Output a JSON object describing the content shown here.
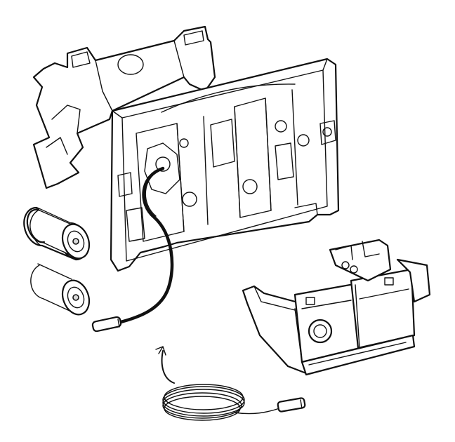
{
  "figure": {
    "background": "#ffffff",
    "line_color": "#111111",
    "components": [
      {
        "id": "back-cover",
        "icon": "cover-plate-icon"
      },
      {
        "id": "mounting-frame",
        "icon": "frame-icon"
      },
      {
        "id": "battery-1",
        "icon": "battery-icon"
      },
      {
        "id": "battery-2",
        "icon": "battery-icon"
      },
      {
        "id": "sensor-cable",
        "icon": "cable-connector-icon"
      },
      {
        "id": "control-unit",
        "icon": "control-module-icon"
      },
      {
        "id": "power-cable-coil",
        "icon": "coiled-cable-icon"
      }
    ]
  }
}
